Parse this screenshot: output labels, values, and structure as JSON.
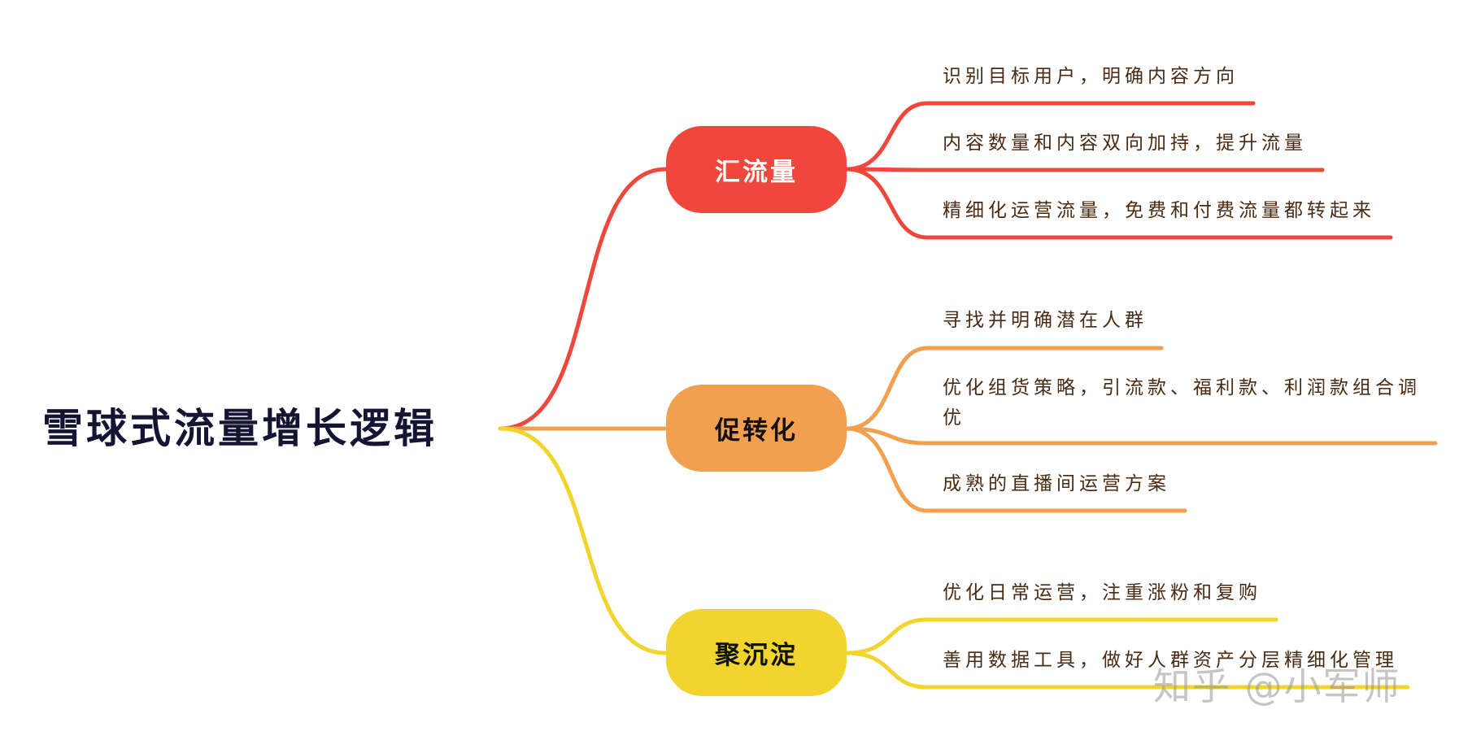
{
  "root": {
    "title": "雪球式流量增长逻辑"
  },
  "colors": {
    "red": "#f0473c",
    "orange": "#f2a050",
    "yellow": "#f2d42e",
    "text": "#4a2a12"
  },
  "branches": [
    {
      "label": "汇流量",
      "leaves": [
        "识别目标用户，明确内容方向",
        "内容数量和内容双向加持，提升流量",
        "精细化运营流量，免费和付费流量都转起来"
      ]
    },
    {
      "label": "促转化",
      "leaves": [
        "寻找并明确潜在人群",
        "优化组货策略，引流款、福利款、利润款组合调优",
        "成熟的直播间运营方案"
      ]
    },
    {
      "label": "聚沉淀",
      "leaves": [
        "优化日常运营，注重涨粉和复购",
        "善用数据工具，做好人群资产分层精细化管理"
      ]
    }
  ],
  "watermark": "知乎 @小军师"
}
